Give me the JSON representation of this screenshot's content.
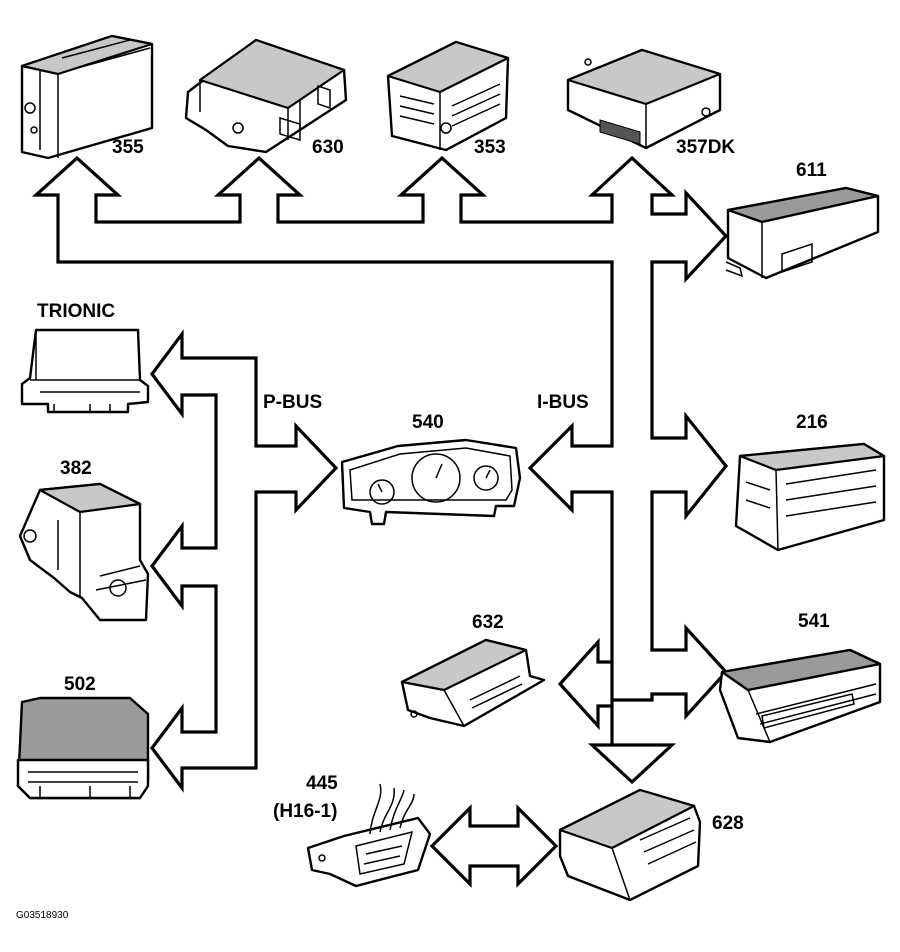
{
  "labels": {
    "m355": "355",
    "m630": "630",
    "m353": "353",
    "m357dk": "357DK",
    "m611": "611",
    "trionic": "TRIONIC",
    "m382": "382",
    "m502": "502",
    "pbus": "P-BUS",
    "ibus": "I-BUS",
    "m540": "540",
    "m216": "216",
    "m632": "632",
    "m541": "541",
    "m445": "445",
    "h16": "(H16-1)",
    "m628": "628"
  },
  "figure_code": "G03518930"
}
